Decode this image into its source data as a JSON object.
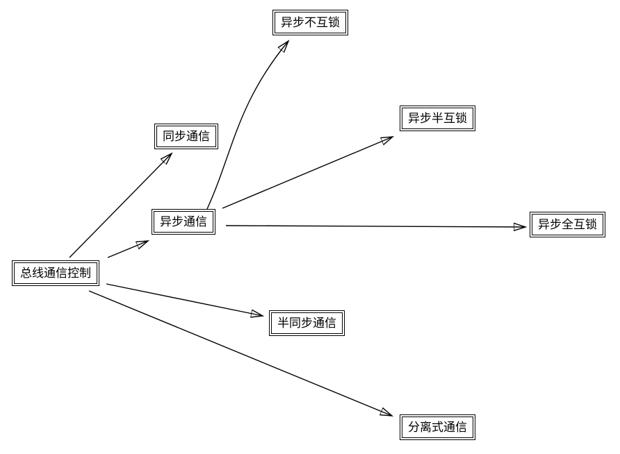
{
  "diagram": {
    "type": "tree",
    "background_color": "#ffffff",
    "line_color": "#000000",
    "box_border_color": "#000000",
    "text_color": "#000000",
    "box_style": "double-border",
    "nodes": [
      {
        "id": "bus-communication-control",
        "label": "总线通信控制"
      },
      {
        "id": "synchronous-communication",
        "label": "同步通信"
      },
      {
        "id": "asynchronous-communication",
        "label": "异步通信"
      },
      {
        "id": "async-non-interlocked",
        "label": "异步不互锁"
      },
      {
        "id": "async-half-interlocked",
        "label": "异步半互锁"
      },
      {
        "id": "async-fully-interlocked",
        "label": "异步全互锁"
      },
      {
        "id": "semi-synchronous-communication",
        "label": "半同步通信"
      },
      {
        "id": "split-communication",
        "label": "分离式通信"
      }
    ],
    "edges": [
      {
        "from": "总线通信控制",
        "to": "同步通信"
      },
      {
        "from": "总线通信控制",
        "to": "异步通信"
      },
      {
        "from": "总线通信控制",
        "to": "半同步通信"
      },
      {
        "from": "总线通信控制",
        "to": "分离式通信"
      },
      {
        "from": "异步通信",
        "to": "异步不互锁",
        "style": "curved"
      },
      {
        "from": "异步通信",
        "to": "异步半互锁"
      },
      {
        "from": "异步通信",
        "to": "异步全互锁"
      }
    ]
  }
}
